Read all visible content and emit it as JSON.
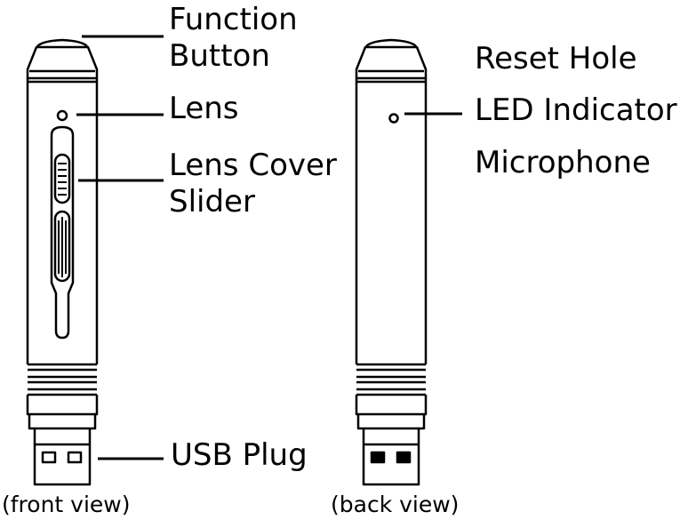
{
  "front": {
    "labels": {
      "function_button": [
        "Function",
        "Button"
      ],
      "lens": "Lens",
      "lens_cover_slider": [
        "Lens Cover",
        "Slider"
      ],
      "usb_plug": "USB Plug"
    },
    "caption": "(front view)"
  },
  "back": {
    "labels": {
      "reset_hole": "Reset Hole",
      "led_indicator": "LED Indicator",
      "microphone": "Microphone"
    },
    "caption": "(back view)"
  }
}
